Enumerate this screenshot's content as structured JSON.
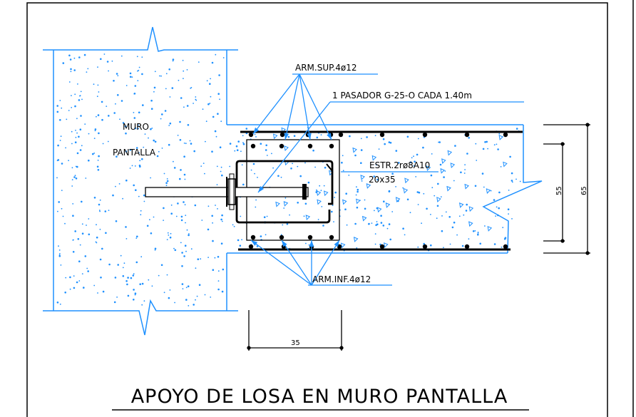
{
  "labels": {
    "arm_sup": "ARM.SUP.4ø12",
    "pasador": "1 PASADOR G-25-O CADA 1.40m",
    "muro": "MURO",
    "pantalla": "PANTALLA",
    "estribo": "ESTR.2rø8A10",
    "estribo_size": "20x35",
    "arm_inf": "ARM.INF.4ø12"
  },
  "dimensions": {
    "height_inner": "55",
    "height_outer": "65",
    "width_bottom": "35"
  },
  "title": "APOYO DE LOSA EN MURO PANTALLA",
  "colors": {
    "concrete_lines": "#1e90ff",
    "rebar": "#000000",
    "background": "#ffffff"
  }
}
